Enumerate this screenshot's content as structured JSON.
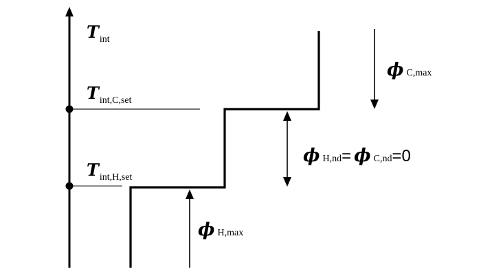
{
  "diagram": {
    "axis_label": {
      "main": "T",
      "sub": "int"
    },
    "cooling_setpoint_label": {
      "main": "T",
      "sub": "int,C,set"
    },
    "heating_setpoint_label": {
      "main": "T",
      "sub": "int,H,set"
    },
    "cooling_max_label": {
      "main": "ϕ",
      "sub": "C,max"
    },
    "heating_max_label": {
      "main": "ϕ",
      "sub": "H,max"
    },
    "deadband_label": {
      "phi1": "ϕ",
      "sub1": "H,nd",
      "eq1": "=",
      "phi2": "ϕ",
      "sub2": "C,nd",
      "eq2": "=0"
    },
    "colors": {
      "line": "#000000",
      "setpoint_line": "#333333",
      "background": "#ffffff"
    }
  }
}
